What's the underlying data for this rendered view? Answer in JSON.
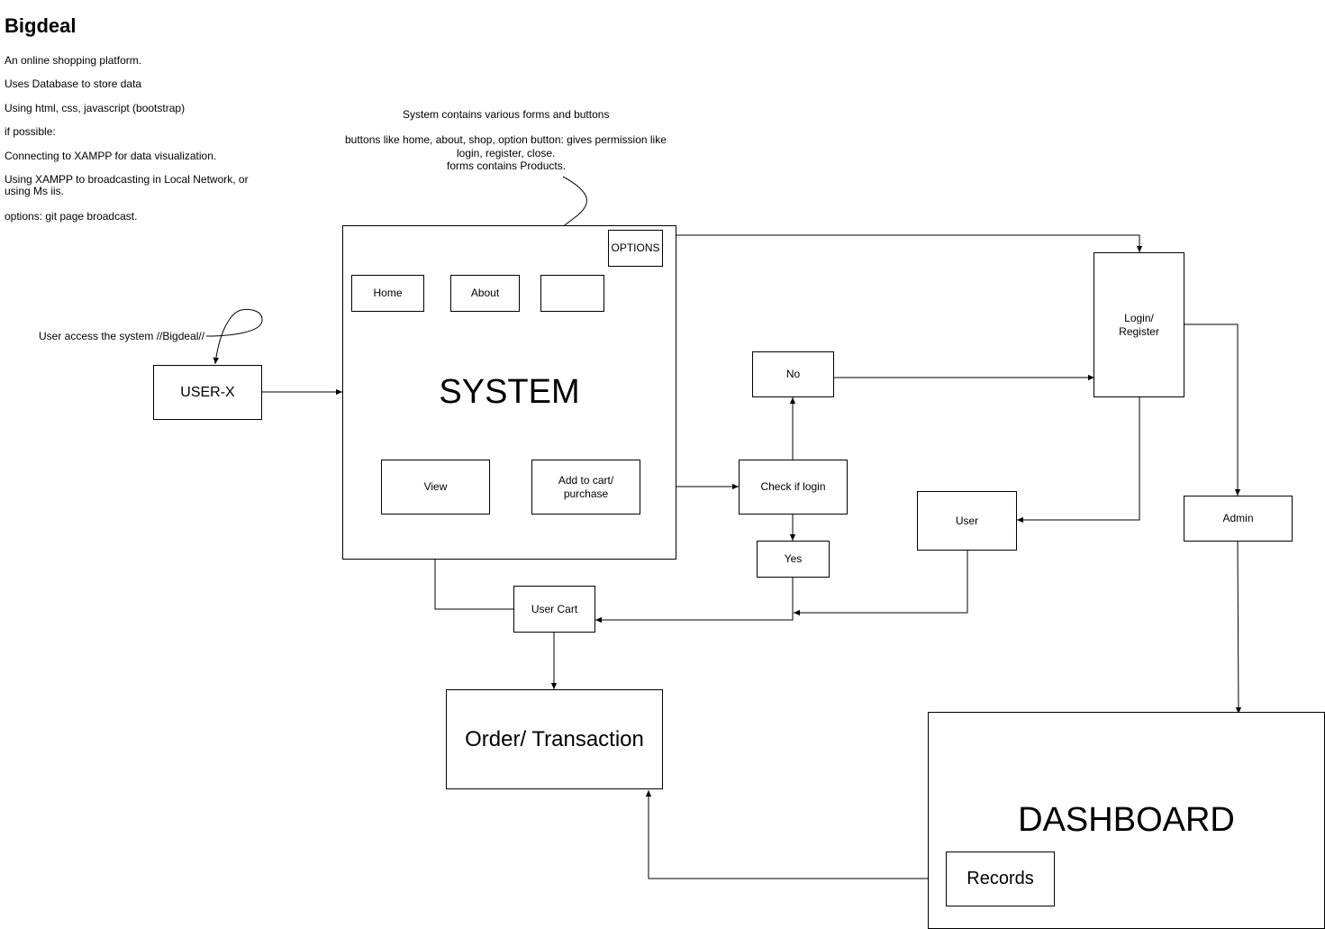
{
  "title": "Bigdeal",
  "notes": [
    "An online shopping platform.",
    "Uses Database to store data",
    "Using html, css, javascript (bootstrap)",
    "if possible:",
    "Connecting to XAMPP for data visualization.",
    "Using XAMPP to broadcasting in Local Network, or using Ms iis.",
    "options: git page broadcast."
  ],
  "annotation": {
    "line1": "System contains various forms and buttons",
    "line2": "buttons like home, about, shop, option button: gives permission like",
    "line3": "login, register, close.",
    "line4": "forms contains Products."
  },
  "user_access_label": "User access the system //Bigdeal//",
  "nodes": {
    "user_x": "USER-X",
    "system": "SYSTEM",
    "options": "OPTIONS",
    "home": "Home",
    "about": "About",
    "blank": "",
    "view": "View",
    "add_to_cart_line1": "Add to cart/",
    "add_to_cart_line2": "purchase",
    "check_login": "Check if login",
    "no": "No",
    "yes": "Yes",
    "login_register_line1": "Login/",
    "login_register_line2": "Register",
    "user": "User",
    "admin": "Admin",
    "user_cart": "User Cart",
    "order_transaction": "Order/ Transaction",
    "dashboard": "DASHBOARD",
    "records": "Records"
  }
}
